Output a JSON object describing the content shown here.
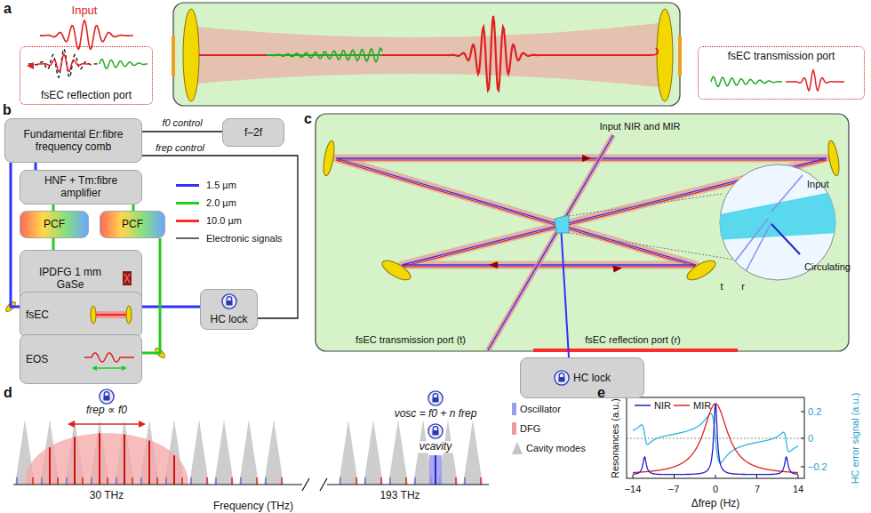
{
  "diagram": {
    "nodes": [
      {
        "text": [
          "fsEC reflection port"
        ]
      },
      {
        "text": [
          "fsEC transmission port"
        ]
      },
      {
        "text": [
          "Fundamental Er:fibre frequency comb"
        ]
      },
      {
        "text": [
          "f–2f"
        ]
      },
      {
        "text": [
          "HNF + Tm:fibre amplifier"
        ]
      },
      {
        "text": [
          "PCF"
        ]
      },
      {
        "text": [
          "PCF"
        ]
      },
      {
        "text": [
          "IPDFG 1 mm GaSe"
        ]
      },
      {
        "text": [
          "fsEC"
        ]
      },
      {
        "text": [
          "HC lock"
        ]
      },
      {
        "text": [
          "EOS"
        ]
      },
      {
        "text": [
          "HC lock"
        ]
      }
    ],
    "edges": [
      {
        "from": 2,
        "to": 3,
        "label": "f0 control",
        "arrow": "none"
      },
      {
        "from": 9,
        "to": 2,
        "label": "frep control",
        "arrow": "none"
      },
      {
        "from": 2,
        "to": 4,
        "arrow": "none"
      },
      {
        "from": 2,
        "to": 8,
        "arrow": "none"
      },
      {
        "from": 4,
        "to": 5,
        "arrow": "none"
      },
      {
        "from": 4,
        "to": 6,
        "arrow": "none"
      },
      {
        "from": 5,
        "to": 7,
        "arrow": "none"
      },
      {
        "from": 7,
        "to": 8,
        "arrow": "none"
      },
      {
        "from": 8,
        "to": 10,
        "arrow": "none"
      },
      {
        "from": 8,
        "to": 9,
        "arrow": "none"
      },
      {
        "from": 6,
        "to": 10,
        "arrow": "none"
      }
    ],
    "labels": [
      "a",
      "Input",
      "b",
      "c",
      "Input NIR and MIR",
      "fsEC transmission port (t)",
      "fsEC reflection port (r)",
      "Input",
      "Circulating",
      "t",
      "r",
      "d",
      "frep ∝ f0",
      "νosc = f0 + n frep",
      "νcavity",
      "30 THz",
      "193 THz",
      "Frequency (THz)",
      "e",
      "Resonances (a.u.)",
      "HC error signal (a.u.)",
      "Δfrep (Hz)",
      "−14",
      "−7",
      "0",
      "7",
      "14",
      "0.2",
      "0",
      "−0.2"
    ],
    "legend": [
      {
        "text": "1.5 µm",
        "color": "#3030ff"
      },
      {
        "text": "2.0 µm",
        "color": "#22cc22"
      },
      {
        "text": "10.0 µm",
        "color": "#ff2a2a"
      },
      {
        "text": "Electronic signals"
      },
      {
        "text": "Oscillator",
        "color": "#9a9af0"
      },
      {
        "text": "DFG",
        "color": "#f29a9a"
      },
      {
        "text": "Cavity modes"
      },
      {
        "text": "NIR"
      },
      {
        "text": "MIR"
      }
    ]
  }
}
